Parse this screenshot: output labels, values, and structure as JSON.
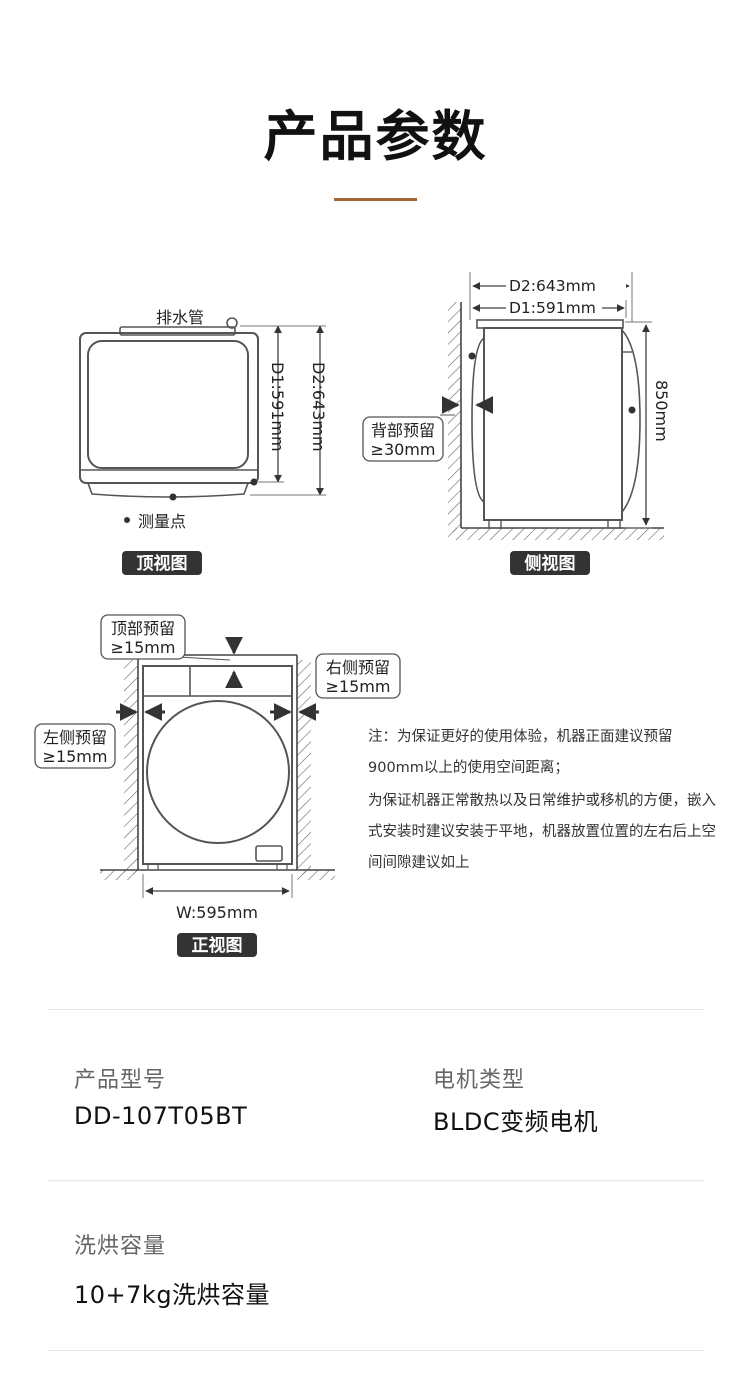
{
  "page": {
    "title": "产品参数",
    "accent_color": "#a0673a"
  },
  "top_view": {
    "drain_pipe_label": "排水管",
    "d1_label": "D1:591mm",
    "d2_label": "D2:643mm",
    "measure_point_label": "测量点",
    "view_label": "顶视图"
  },
  "side_view": {
    "d2_label": "D2:643mm",
    "d1_label": "D1:591mm",
    "height_label": "850mm",
    "back_clearance_title": "背部预留",
    "back_clearance_value": "≥30mm",
    "view_label": "侧视图"
  },
  "front_view": {
    "top_clearance_title": "顶部预留",
    "top_clearance_value": "≥15mm",
    "right_clearance_title": "右侧预留",
    "right_clearance_value": "≥15mm",
    "left_clearance_title": "左侧预留",
    "left_clearance_value": "≥15mm",
    "width_label": "W:595mm",
    "view_label": "正视图"
  },
  "notes": [
    "注：为保证更好的使用体验，机器正面建议预留900mm以上的使用空间距离；",
    "为保证机器正常散热以及日常维护或移机的方便，嵌入式安装时建议安装于平地，机器放置位置的左右后上空间间隙建议如上"
  ],
  "specs": [
    {
      "label": "产品型号",
      "value": "DD-107T05BT"
    },
    {
      "label": "电机类型",
      "value": "BLDC变频电机"
    },
    {
      "label": "洗烘容量",
      "value": "10+7kg洗烘容量"
    }
  ]
}
